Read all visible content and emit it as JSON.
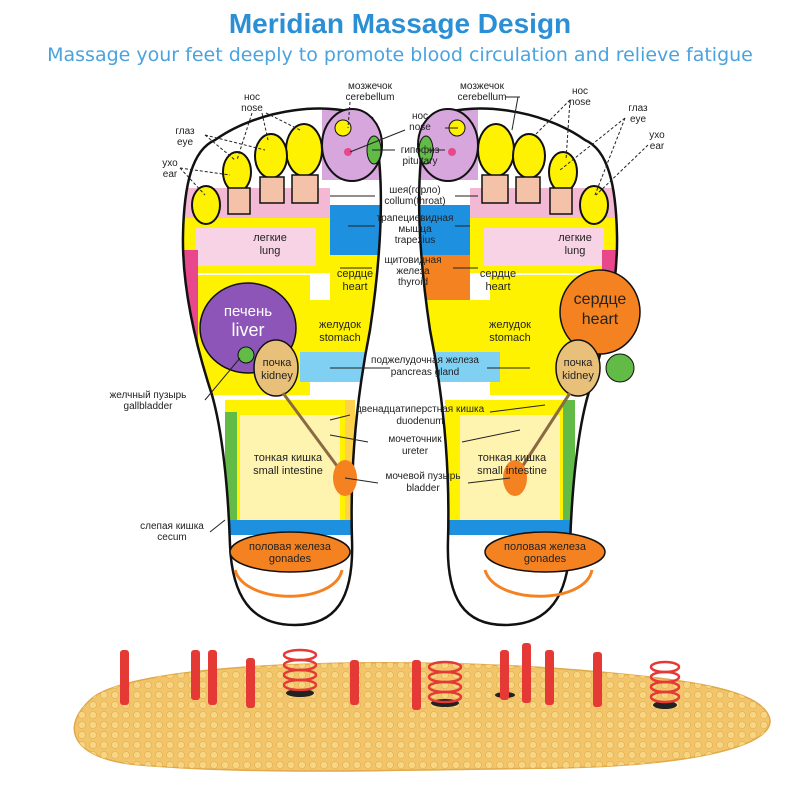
{
  "title": "Meridian Massage Design",
  "subtitle": "Massage your feet deeply to promote blood circulation and relieve fatigue",
  "colors": {
    "title": "#2b8fd6",
    "subtitle": "#4aa3df",
    "outline": "#111111",
    "purple": "#8e55b8",
    "lilac": "#d7a6dd",
    "yellow": "#fff200",
    "pink": "#f2b8d4",
    "magenta": "#e9478c",
    "orange": "#f58220",
    "blue": "#1e90e0",
    "green": "#62bb46",
    "lightblue": "#7fd0f2",
    "cream": "#fff3b0",
    "tan": "#e9c07a",
    "insole": "#f2c56b",
    "bead": "#f7d784",
    "heat": "#e53935"
  },
  "zones": {
    "left": {
      "liver": [
        "печень",
        "liver"
      ],
      "lung": [
        "легкие",
        "lung"
      ],
      "heart": [
        "сердце",
        "heart"
      ],
      "stomach": [
        "желудок",
        "stomach"
      ],
      "kidney": [
        "почка",
        "kidney"
      ],
      "small_intestine": [
        "тонкая кишка",
        "small intestine"
      ],
      "gonades": [
        "половая железа",
        "gonades"
      ]
    },
    "right": {
      "lung": [
        "легкие",
        "lung"
      ],
      "heart": [
        "сердце",
        "heart"
      ],
      "stomach": [
        "желудок",
        "stomach"
      ],
      "kidney": [
        "почка",
        "kidney"
      ],
      "small_intestine": [
        "тонкая кишка",
        "small intestine"
      ],
      "gonades": [
        "половая железа",
        "gonades"
      ]
    }
  },
  "callouts": {
    "left_nose": [
      "нос",
      "nose"
    ],
    "left_eye": [
      "глаз",
      "eye"
    ],
    "left_ear": [
      "ухо",
      "ear"
    ],
    "left_cerebellum": [
      "мозжечок",
      "cerebellum"
    ],
    "gallbladder": [
      "желчный пузырь",
      "gallbladder"
    ],
    "cecum": [
      "слепая кишка",
      "cecum"
    ],
    "right_cerebellum": [
      "мозжечок",
      "cerebellum"
    ],
    "right_nose": [
      "нос",
      "nose"
    ],
    "right_eye": [
      "глаз",
      "eye"
    ],
    "right_ear": [
      "ухо",
      "ear"
    ]
  },
  "center_labels": {
    "nose": [
      "нос",
      "nose"
    ],
    "pituitary": [
      "гипофиз",
      "pituitary"
    ],
    "collum": [
      "шея(горло)",
      "collum(throat)"
    ],
    "trapezius": [
      "трапециевидная",
      "мышца",
      "trapezius"
    ],
    "thyroid": [
      "щитовидная",
      "железа",
      "thyroid"
    ],
    "pancreas": [
      "поджелудочная железа",
      "pancreas gland"
    ],
    "duodenum": [
      "двенадцатиперстная кишка",
      "duodenum"
    ],
    "ureter": [
      "мочеточник",
      "ureter"
    ],
    "bladder": [
      "мочевой пузырь",
      "bladder"
    ]
  },
  "icons": [
    "heat-rod-icon",
    "heat-coil-icon",
    "magnet-icon"
  ]
}
